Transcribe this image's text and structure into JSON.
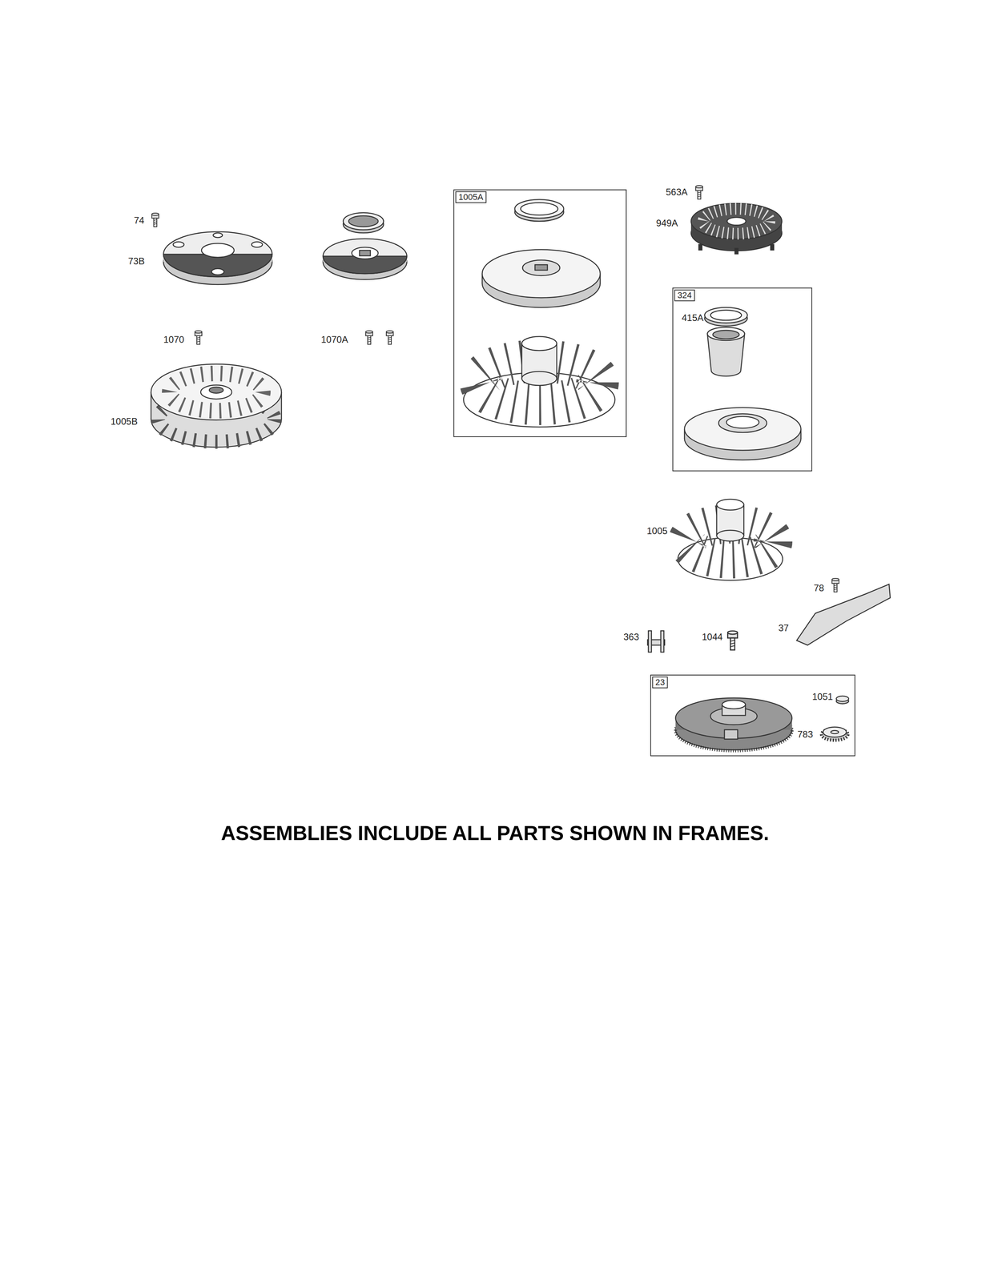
{
  "diagram": {
    "caption": "ASSEMBLIES INCLUDE ALL PARTS SHOWN IN FRAMES.",
    "nodes": [
      {
        "text": [
          "1005A"
        ]
      },
      {
        "text": [
          "324",
          "415A"
        ]
      },
      {
        "text": [
          "23",
          "1051",
          "783"
        ]
      }
    ],
    "labels": [
      "74",
      "73B",
      "1070",
      "1005B",
      "1070A",
      "563A",
      "949A",
      "1005",
      "78",
      "37",
      "363",
      "1044"
    ]
  }
}
